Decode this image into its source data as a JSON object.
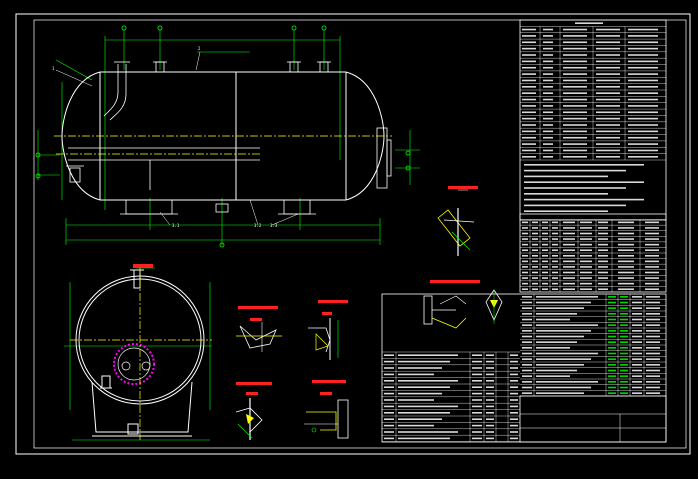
{
  "drawing": {
    "background": "#000000",
    "colors": {
      "outline": "#ffffff",
      "dimension": "#00ff00",
      "centerline": "#ffff00",
      "section_label": "#ff2020",
      "nozzle_marker": "#ff00ff",
      "hatch": "#ffff00"
    }
  },
  "views": {
    "side_view": {
      "label_numbers": [
        "1",
        "2",
        "3.1",
        "3.2",
        "3.3"
      ]
    },
    "end_view": {
      "label_numbers": []
    },
    "details": [
      {
        "title": "",
        "scale": ""
      },
      {
        "title": "",
        "scale": ""
      },
      {
        "title": "",
        "scale": ""
      },
      {
        "title": "",
        "scale": ""
      },
      {
        "title": "",
        "scale": ""
      },
      {
        "title": "",
        "scale": ""
      }
    ]
  },
  "tables": {
    "design_data": {
      "title": "",
      "rows": 22
    },
    "nozzle_table": {
      "title": "",
      "rows": 14
    },
    "parts_list": {
      "rows": 18
    },
    "title_block": {
      "drawing_name": "",
      "drawing_number": ""
    }
  }
}
